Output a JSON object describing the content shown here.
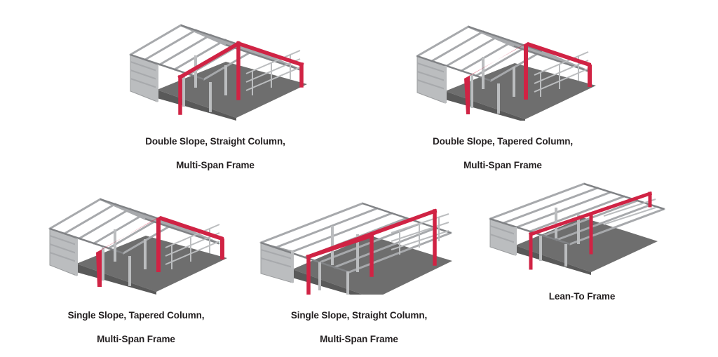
{
  "page": {
    "background_color": "#ffffff",
    "text_color": "#231f20",
    "accent_red": "#D02344",
    "steel_gray": "#A7A9AC",
    "steel_gray_dark": "#808285",
    "steel_gray_light": "#D6D7D9",
    "slab_gray": "#6E6E6E",
    "slab_gray_dark": "#595959"
  },
  "figures": [
    {
      "id": "double-slope-straight-column",
      "caption_line1": "Double Slope, Straight Column,",
      "caption_line2": "Multi-Span Frame",
      "roof": "double-slope",
      "column": "straight",
      "frame": "multi-span"
    },
    {
      "id": "double-slope-tapered-column",
      "caption_line1": "Double Slope, Tapered Column,",
      "caption_line2": "Multi-Span Frame",
      "roof": "double-slope",
      "column": "tapered",
      "frame": "multi-span"
    },
    {
      "id": "single-slope-tapered-column",
      "caption_line1": "Single Slope, Tapered Column,",
      "caption_line2": "Multi-Span Frame",
      "roof": "single-slope-ridge",
      "column": "tapered",
      "frame": "multi-span"
    },
    {
      "id": "single-slope-straight-column",
      "caption_line1": "Single Slope, Straight Column,",
      "caption_line2": "Multi-Span Frame",
      "roof": "single-slope",
      "column": "straight",
      "frame": "multi-span"
    },
    {
      "id": "lean-to-frame",
      "caption_line1": "Lean-To Frame",
      "caption_line2": "",
      "roof": "single-slope",
      "column": "straight",
      "frame": "lean-to"
    }
  ]
}
